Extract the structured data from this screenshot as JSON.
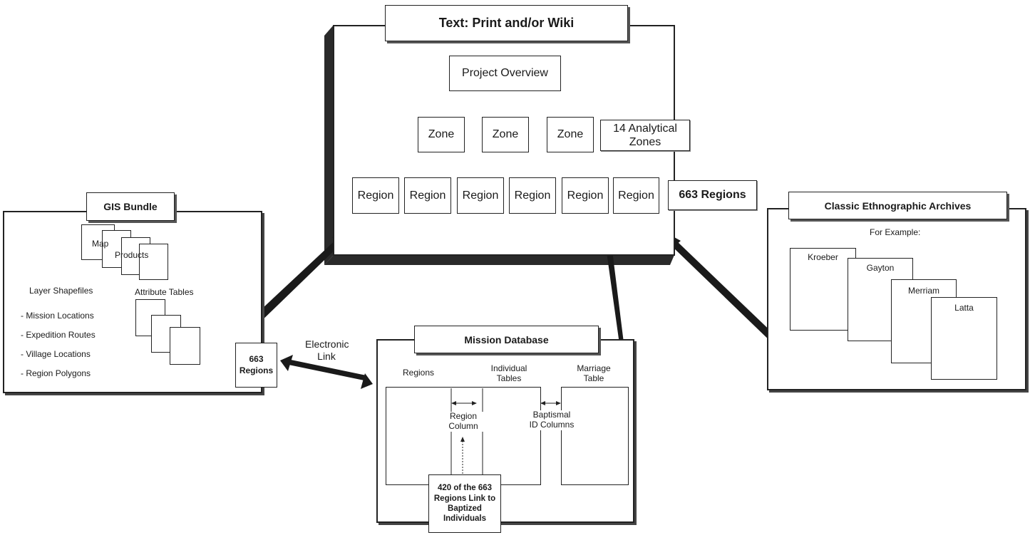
{
  "text_panel": {
    "title": "Text: Print and/or Wiki",
    "project_overview": "Project Overview",
    "zones": [
      "Zone",
      "Zone",
      "Zone"
    ],
    "regions": [
      "Region",
      "Region",
      "Region",
      "Region",
      "Region",
      "Region"
    ],
    "zones_note": "14 Analytical Zones",
    "regions_note": "663  Regions"
  },
  "gis_bundle": {
    "title": "GIS Bundle",
    "map_label": "Map",
    "products_label": "Products",
    "layer_shapefiles": "Layer Shapefiles",
    "attribute_tables": "Attribute Tables",
    "layers": [
      "- Mission Locations",
      "- Expedition Routes",
      "- Village Locations",
      "- Region Polygons"
    ],
    "regions_box": "663 Regions"
  },
  "link": {
    "label": "Electronic Link"
  },
  "mission_database": {
    "title": "Mission Database",
    "regions_header": "Regions",
    "individual_tables_header": "Individual Tables",
    "marriage_table_header": "Marriage Table",
    "region_column": "Region Column",
    "baptismal_columns": "Baptismal ID Columns",
    "note": "420 of the 663 Regions Link to Baptized Individuals"
  },
  "archives": {
    "title": "Classic Ethnographic Archives",
    "subtitle": "For Example:",
    "items": [
      "Kroeber",
      "Gayton",
      "Merriam",
      "Latta"
    ]
  }
}
